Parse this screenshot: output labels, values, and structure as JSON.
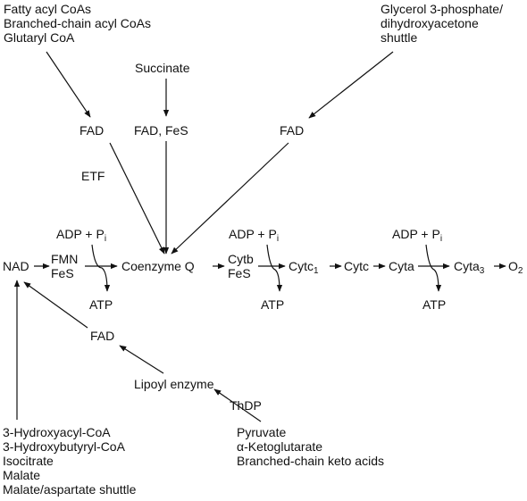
{
  "sources_top_left": [
    "Fatty acyl CoAs",
    "Branched-chain acyl CoAs",
    "Glutaryl CoA"
  ],
  "sources_top_right": [
    "Glycerol 3-phosphate/",
    "dihydroxyacetone",
    "shuttle"
  ],
  "succinate": "Succinate",
  "fad_left": "FAD",
  "fad_feS": "FAD, FeS",
  "fad_right": "FAD",
  "etf": "ETF",
  "adp_pi": {
    "base": "ADP + P",
    "sub": "i"
  },
  "chain": {
    "nad": "NAD",
    "fmn": "FMN",
    "fes": "FeS",
    "coq": "Coenzyme Q",
    "cytb": "Cytb",
    "fes2": "FeS",
    "cytc1": {
      "base": "Cytc",
      "sub": "1"
    },
    "cytc": "Cytc",
    "cyta": "Cyta",
    "cyta3": {
      "base": "Cyta",
      "sub": "3"
    },
    "o2": {
      "base": "O",
      "sub": "2"
    }
  },
  "atp": "ATP",
  "fad_lower": "FAD",
  "lipoyl": "Lipoyl enzyme",
  "thdp": "ThDP",
  "sources_bottom_right": [
    "Pyruvate",
    "α-Ketoglutarate",
    "Branched-chain keto acids"
  ],
  "sources_bottom_left": [
    "3-Hydroxyacyl-CoA",
    "3-Hydroxybutyryl-CoA",
    "Isocitrate",
    "Malate",
    "Malate/aspartate shuttle"
  ],
  "colors": {
    "ink": "#111111",
    "background": "#ffffff"
  }
}
